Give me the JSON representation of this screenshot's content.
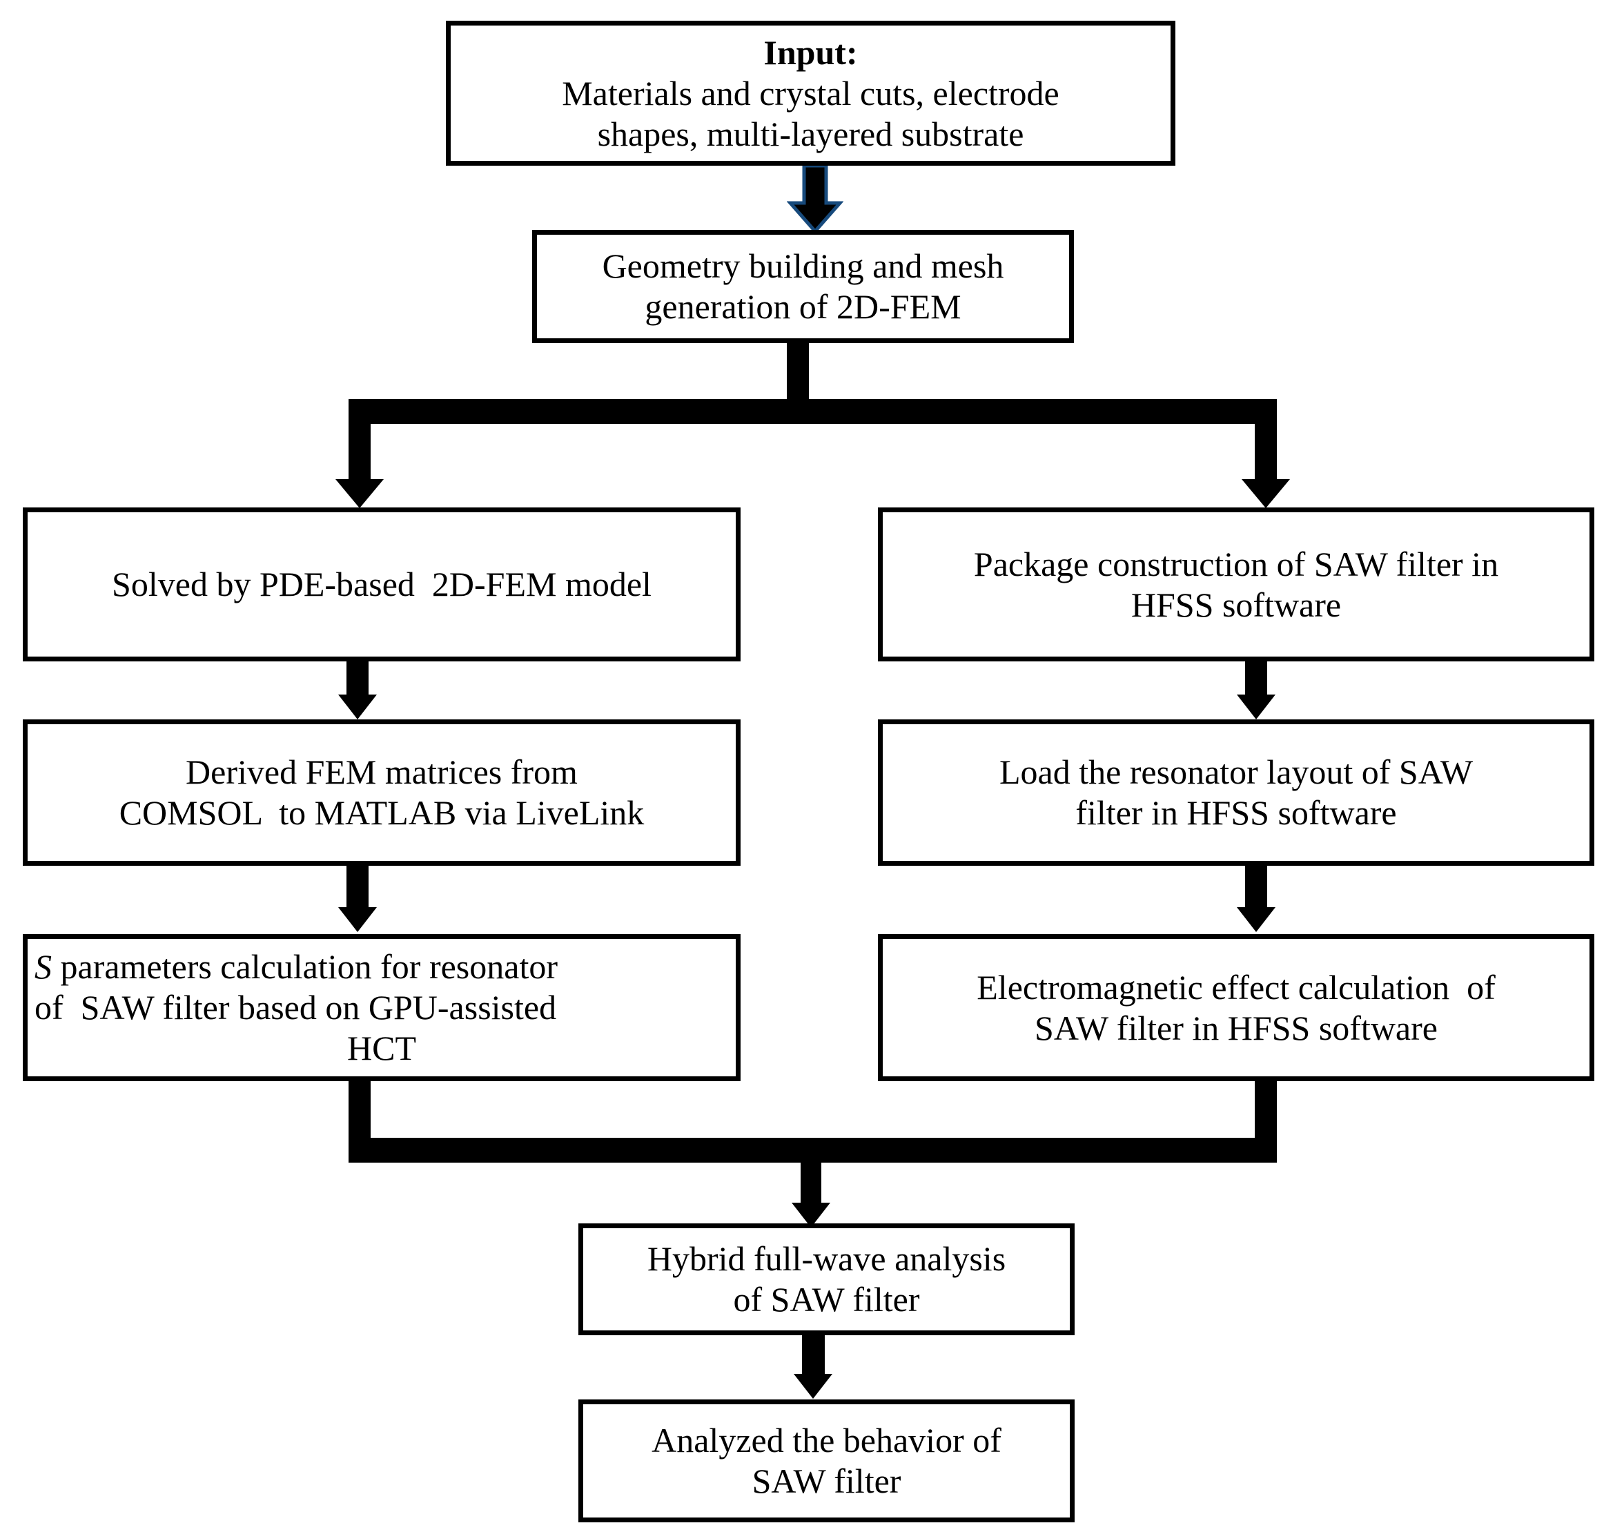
{
  "diagram": {
    "title": "SAW filter hybrid full-wave analysis flowchart",
    "colors": {
      "box_border": "#000000",
      "box_fill": "#ffffff",
      "connector": "#000000",
      "first_arrow_outline": "#174a7c",
      "text": "#000000"
    },
    "nodes": {
      "input": {
        "heading": "Input:",
        "line1": "Materials and crystal cuts, electrode",
        "line2": "shapes, multi-layered substrate"
      },
      "geometry": {
        "line1": "Geometry building and mesh",
        "line2": "generation of 2D-FEM"
      },
      "solved_fem": {
        "line1": "Solved by PDE-based  2D-FEM model"
      },
      "package_hfss": {
        "line1": "Package construction of SAW filter in",
        "line2": "HFSS software"
      },
      "derived_matrices": {
        "line1": "Derived FEM matrices from",
        "line2": "COMSOL  to MATLAB via LiveLink"
      },
      "load_layout": {
        "line1": "Load the resonator layout of SAW",
        "line2": "filter in HFSS software"
      },
      "s_parameters": {
        "italic_prefix": "S",
        "line1": " parameters calculation for resonator",
        "line2": "of  SAW filter based on GPU-assisted",
        "line3": "HCT"
      },
      "em_effect": {
        "line1": "Electromagnetic effect calculation  of",
        "line2": "SAW filter in HFSS software"
      },
      "hybrid_analysis": {
        "line1": "Hybrid full-wave analysis",
        "line2": "of SAW filter"
      },
      "analyzed_behavior": {
        "line1": "Analyzed the behavior of",
        "line2": "SAW filter"
      }
    },
    "connectors": [
      {
        "name": "input-to-geometry",
        "kind": "arrow-down"
      },
      {
        "name": "geometry-to-split",
        "kind": "stem-down"
      },
      {
        "name": "split-bar",
        "kind": "horizontal-bus"
      },
      {
        "name": "split-to-solved-fem",
        "kind": "arrow-down"
      },
      {
        "name": "split-to-package-hfss",
        "kind": "arrow-down"
      },
      {
        "name": "solved-fem-to-derived-matrices",
        "kind": "arrow-down"
      },
      {
        "name": "package-hfss-to-load-layout",
        "kind": "arrow-down"
      },
      {
        "name": "derived-matrices-to-s-parameters",
        "kind": "arrow-down"
      },
      {
        "name": "load-layout-to-em-effect",
        "kind": "arrow-down"
      },
      {
        "name": "s-parameters-to-merge",
        "kind": "stem-down"
      },
      {
        "name": "em-effect-to-merge",
        "kind": "stem-down"
      },
      {
        "name": "merge-bar",
        "kind": "horizontal-bus"
      },
      {
        "name": "merge-to-hybrid-analysis",
        "kind": "arrow-down"
      },
      {
        "name": "hybrid-analysis-to-analyzed-behavior",
        "kind": "arrow-down"
      }
    ]
  }
}
